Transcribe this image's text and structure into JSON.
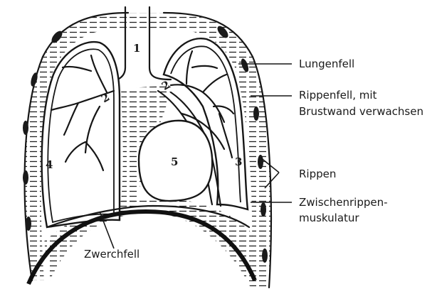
{
  "figure": {
    "labels": {
      "lungenfell": "Lungenfell",
      "rippenfell_line1": "Rippenfell, mit",
      "rippenfell_line2": "Brustwand verwachsen",
      "rippen": "Rippen",
      "zwischen_line1": "Zwischenrippen-",
      "zwischen_line2": "muskulatur",
      "zwerchfell": "Zwerchfell"
    },
    "numbers": {
      "n1": "1",
      "n2_left": "2",
      "n2_right": "2",
      "n3": "3",
      "n4": "4",
      "n5": "5"
    }
  }
}
